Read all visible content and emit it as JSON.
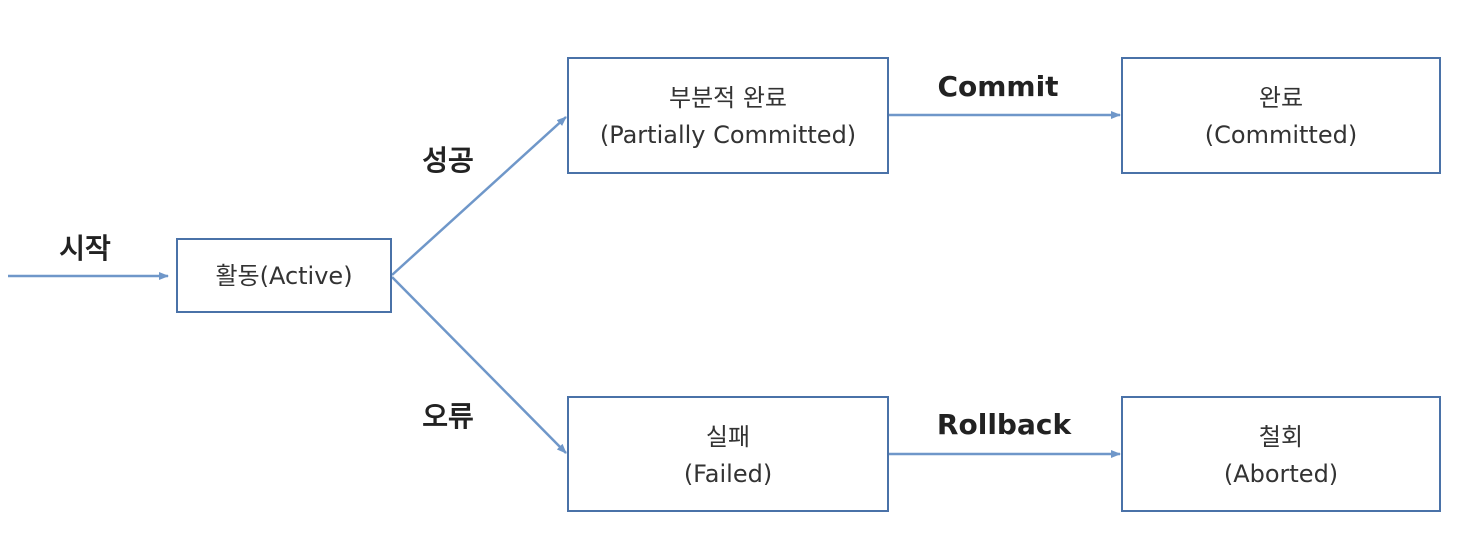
{
  "colors": {
    "box_border": "#4a72a8",
    "arrow": "#6f97c9",
    "node_text": "#333333",
    "label_text": "#222222"
  },
  "labels": {
    "start": "시작",
    "success": "성공",
    "error": "오류",
    "commit": "Commit",
    "rollback": "Rollback"
  },
  "nodes": {
    "active": {
      "line1": "활동(Active)"
    },
    "partially_committed": {
      "line1": "부분적 완료",
      "line2": "(Partially Committed)"
    },
    "committed": {
      "line1": "완료",
      "line2": "(Committed)"
    },
    "failed": {
      "line1": "실패",
      "line2": "(Failed)"
    },
    "aborted": {
      "line1": "철회",
      "line2": "(Aborted)"
    }
  }
}
